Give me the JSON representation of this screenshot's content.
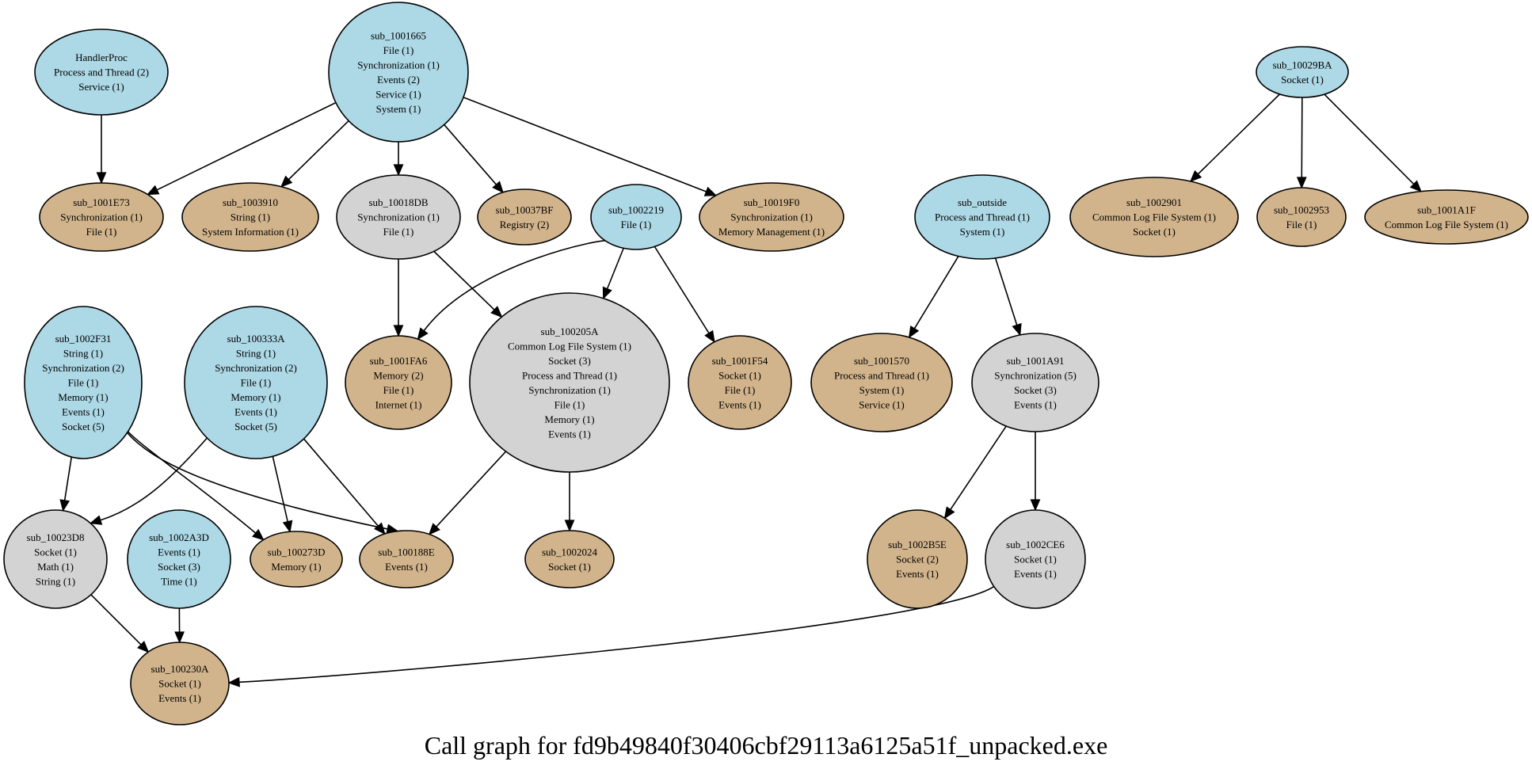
{
  "title": "Call graph for fd9b49840f30406cbf29113a6125a51f_unpacked.exe",
  "colors": {
    "caller": "#ADD8E6",
    "leaf": "#D2B48C",
    "intermediate": "#D3D3D3",
    "edge": "#000000"
  },
  "nodes": [
    {
      "id": "HandlerProc",
      "kind": "caller",
      "lines": [
        "HandlerProc",
        "Process and Thread (2)",
        "Service (1)"
      ]
    },
    {
      "id": "sub_1001665",
      "kind": "caller",
      "lines": [
        "sub_1001665",
        "File (1)",
        "Synchronization (1)",
        "Events (2)",
        "Service (1)",
        "System (1)"
      ]
    },
    {
      "id": "sub_10029BA",
      "kind": "caller",
      "lines": [
        "sub_10029BA",
        "Socket (1)"
      ]
    },
    {
      "id": "sub_1001E73",
      "kind": "leaf",
      "lines": [
        "sub_1001E73",
        "Synchronization (1)",
        "File (1)"
      ]
    },
    {
      "id": "sub_1003910",
      "kind": "leaf",
      "lines": [
        "sub_1003910",
        "String (1)",
        "System Information (1)"
      ]
    },
    {
      "id": "sub_10018DB",
      "kind": "intermediate",
      "lines": [
        "sub_10018DB",
        "Synchronization (1)",
        "File (1)"
      ]
    },
    {
      "id": "sub_10037BF",
      "kind": "leaf",
      "lines": [
        "sub_10037BF",
        "Registry (2)"
      ]
    },
    {
      "id": "sub_1002219",
      "kind": "caller",
      "lines": [
        "sub_1002219",
        "File (1)"
      ]
    },
    {
      "id": "sub_10019F0",
      "kind": "leaf",
      "lines": [
        "sub_10019F0",
        "Synchronization (1)",
        "Memory Management (1)"
      ]
    },
    {
      "id": "sub_outside",
      "kind": "caller",
      "lines": [
        "sub_outside",
        "Process and Thread (1)",
        "System (1)"
      ]
    },
    {
      "id": "sub_1002901",
      "kind": "leaf",
      "lines": [
        "sub_1002901",
        "Common Log File System (1)",
        "Socket (1)"
      ]
    },
    {
      "id": "sub_1002953",
      "kind": "leaf",
      "lines": [
        "sub_1002953",
        "File (1)"
      ]
    },
    {
      "id": "sub_1001A1F",
      "kind": "leaf",
      "lines": [
        "sub_1001A1F",
        "Common Log File System (1)"
      ]
    },
    {
      "id": "sub_1002F31",
      "kind": "caller",
      "lines": [
        "sub_1002F31",
        "String (1)",
        "Synchronization (2)",
        "File (1)",
        "Memory (1)",
        "Events (1)",
        "Socket (5)"
      ]
    },
    {
      "id": "sub_100333A",
      "kind": "caller",
      "lines": [
        "sub_100333A",
        "String (1)",
        "Synchronization (2)",
        "File (1)",
        "Memory (1)",
        "Events (1)",
        "Socket (5)"
      ]
    },
    {
      "id": "sub_1001FA6",
      "kind": "leaf",
      "lines": [
        "sub_1001FA6",
        "Memory (2)",
        "File (1)",
        "Internet (1)"
      ]
    },
    {
      "id": "sub_100205A",
      "kind": "intermediate",
      "lines": [
        "sub_100205A",
        "Common Log File System (1)",
        "Socket (3)",
        "Process and Thread (1)",
        "Synchronization (1)",
        "File (1)",
        "Memory (1)",
        "Events (1)"
      ]
    },
    {
      "id": "sub_1001F54",
      "kind": "leaf",
      "lines": [
        "sub_1001F54",
        "Socket (1)",
        "File (1)",
        "Events (1)"
      ]
    },
    {
      "id": "sub_1001570",
      "kind": "leaf",
      "lines": [
        "sub_1001570",
        "Process and Thread (1)",
        "System (1)",
        "Service (1)"
      ]
    },
    {
      "id": "sub_1001A91",
      "kind": "intermediate",
      "lines": [
        "sub_1001A91",
        "Synchronization (5)",
        "Socket (3)",
        "Events (1)"
      ]
    },
    {
      "id": "sub_10023D8",
      "kind": "intermediate",
      "lines": [
        "sub_10023D8",
        "Socket (1)",
        "Math (1)",
        "String (1)"
      ]
    },
    {
      "id": "sub_1002A3D",
      "kind": "caller",
      "lines": [
        "sub_1002A3D",
        "Events (1)",
        "Socket (3)",
        "Time (1)"
      ]
    },
    {
      "id": "sub_100273D",
      "kind": "leaf",
      "lines": [
        "sub_100273D",
        "Memory (1)"
      ]
    },
    {
      "id": "sub_100188E",
      "kind": "leaf",
      "lines": [
        "sub_100188E",
        "Events (1)"
      ]
    },
    {
      "id": "sub_1002024",
      "kind": "leaf",
      "lines": [
        "sub_1002024",
        "Socket (1)"
      ]
    },
    {
      "id": "sub_1002B5E",
      "kind": "leaf",
      "lines": [
        "sub_1002B5E",
        "Socket (2)",
        "Events (1)"
      ]
    },
    {
      "id": "sub_1002CE6",
      "kind": "intermediate",
      "lines": [
        "sub_1002CE6",
        "Socket (1)",
        "Events (1)"
      ]
    },
    {
      "id": "sub_100230A",
      "kind": "leaf",
      "lines": [
        "sub_100230A",
        "Socket (1)",
        "Events (1)"
      ]
    }
  ],
  "edges": [
    {
      "from": "HandlerProc",
      "to": "sub_1001E73"
    },
    {
      "from": "sub_1001665",
      "to": "sub_1001E73"
    },
    {
      "from": "sub_1001665",
      "to": "sub_1003910"
    },
    {
      "from": "sub_1001665",
      "to": "sub_10018DB"
    },
    {
      "from": "sub_1001665",
      "to": "sub_10037BF"
    },
    {
      "from": "sub_1001665",
      "to": "sub_10019F0"
    },
    {
      "from": "sub_10029BA",
      "to": "sub_1002901"
    },
    {
      "from": "sub_10029BA",
      "to": "sub_1002953"
    },
    {
      "from": "sub_10029BA",
      "to": "sub_1001A1F"
    },
    {
      "from": "sub_10018DB",
      "to": "sub_1001FA6"
    },
    {
      "from": "sub_10018DB",
      "to": "sub_100205A"
    },
    {
      "from": "sub_1002219",
      "to": "sub_1001FA6"
    },
    {
      "from": "sub_1002219",
      "to": "sub_100205A"
    },
    {
      "from": "sub_1002219",
      "to": "sub_1001F54"
    },
    {
      "from": "sub_outside",
      "to": "sub_1001570"
    },
    {
      "from": "sub_outside",
      "to": "sub_1001A91"
    },
    {
      "from": "sub_1002F31",
      "to": "sub_10023D8"
    },
    {
      "from": "sub_1002F31",
      "to": "sub_100273D"
    },
    {
      "from": "sub_1002F31",
      "to": "sub_100188E"
    },
    {
      "from": "sub_100333A",
      "to": "sub_10023D8"
    },
    {
      "from": "sub_100333A",
      "to": "sub_100273D"
    },
    {
      "from": "sub_100333A",
      "to": "sub_100188E"
    },
    {
      "from": "sub_100205A",
      "to": "sub_100188E"
    },
    {
      "from": "sub_100205A",
      "to": "sub_1002024"
    },
    {
      "from": "sub_1001A91",
      "to": "sub_1002B5E"
    },
    {
      "from": "sub_1001A91",
      "to": "sub_1002CE6"
    },
    {
      "from": "sub_10023D8",
      "to": "sub_100230A"
    },
    {
      "from": "sub_1002A3D",
      "to": "sub_100230A"
    },
    {
      "from": "sub_1002CE6",
      "to": "sub_100230A"
    }
  ]
}
